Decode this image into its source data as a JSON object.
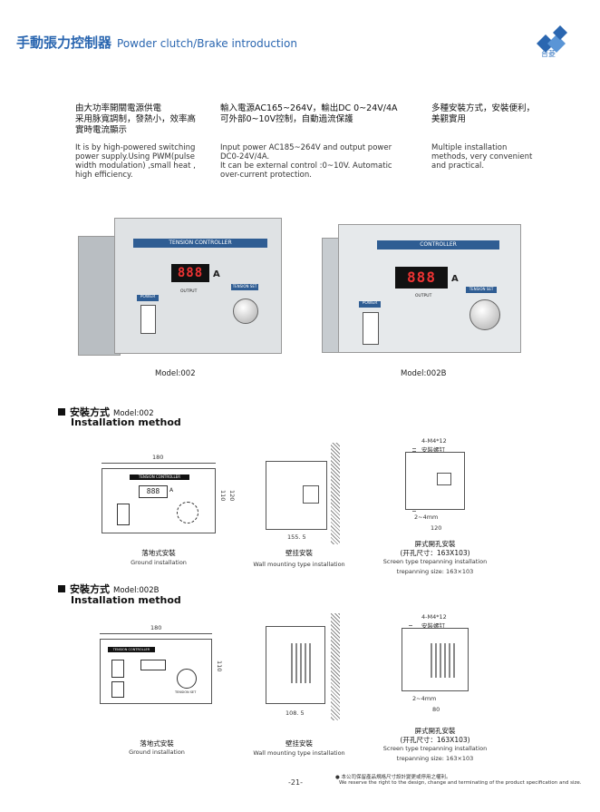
{
  "header": {
    "title_zh": "手動張力控制器",
    "title_en": "Powder clutch/Brake introduction",
    "logo_text": "台菱"
  },
  "features": [
    {
      "zh_lines": [
        "由大功率開關電源供電",
        "采用脉寬調制，發熱小，效率高",
        "實時電流顯示"
      ],
      "en_lines": [
        "It is by high-powered switching",
        "power supply.Using PWM(pulse",
        "width modulation) ,small heat ,",
        "high efficiency."
      ]
    },
    {
      "zh_lines": [
        "輸入電源AC165~264V，輸出DC 0~24V/4A",
        "可外部0~10V控制，自動過流保護"
      ],
      "en_lines": [
        "Input power AC185~264V and output power",
        "DC0-24V/4A.",
        "It can be external control :0~10V. Automatic",
        "over-current protection."
      ]
    },
    {
      "zh_lines": [
        "多種安裝方式，安裝便利，",
        "美觀實用"
      ],
      "en_lines": [
        "Multiple installation",
        "methods, very convenient",
        "and practical."
      ]
    }
  ],
  "products": [
    {
      "model": "Model:002",
      "panel_label": "TENSION CONTROLLER",
      "display": "888",
      "unit": "A",
      "output": "OUTPUT",
      "power": "POWER",
      "knob": "TENSION SET"
    },
    {
      "model": "Model:002B",
      "panel_label": "CONTROLLER",
      "display": "888",
      "unit": "A",
      "output": "OUTPUT",
      "power": "POWER",
      "knob": "TENSION SET"
    }
  ],
  "sections": [
    {
      "heading_zh": "安裝方式",
      "model": "Model:002",
      "heading_en": "Installation method",
      "ground": {
        "width": "180",
        "height_a": "110",
        "height_b": "120",
        "zh": "落地式安裝",
        "en": "Ground installation",
        "panel_label": "TENSION CONTROLLER",
        "display": "888",
        "unit": "A"
      },
      "wall": {
        "depth": "155. 5",
        "zh": "壁挂安裝",
        "en": "Wall mounting type installation"
      },
      "screen": {
        "screw": "4-M4*12",
        "screw_zh": "安裝螺钉",
        "gap": "2~4mm",
        "width": "120",
        "zh": "屏式開孔安裝",
        "size_zh": "(开孔尺寸：163X103)",
        "en1": "Screen type trepanning installation",
        "en2": "trepanning  size: 163×103"
      }
    },
    {
      "heading_zh": "安裝方式",
      "model": "Model:002B",
      "heading_en": "Installation method",
      "ground": {
        "width": "180",
        "height_a": "110",
        "zh": "落地式安裝",
        "en": "Ground installation",
        "panel_label": "TENSION CONTROLLER",
        "knob": "TENSION SET"
      },
      "wall": {
        "depth": "108. 5",
        "zh": "壁挂安裝",
        "en": "Wall mounting type installation"
      },
      "screen": {
        "screw": "4-M4*12",
        "screw_zh": "安裝螺钉",
        "gap": "2~4mm",
        "width": "80",
        "zh": "屏式開孔安裝",
        "size_zh": "(开孔尺寸：163X103)",
        "en1": "Screen type trepanning installation",
        "en2": "trepanning  size: 163×103"
      }
    }
  ],
  "footer": {
    "page": "-21-",
    "note_zh": "● 本公司保留產品規格尺寸設計變更或停用之權利。",
    "note_en": "We reserve the right to the design, change and terminating of the product specification and size."
  }
}
